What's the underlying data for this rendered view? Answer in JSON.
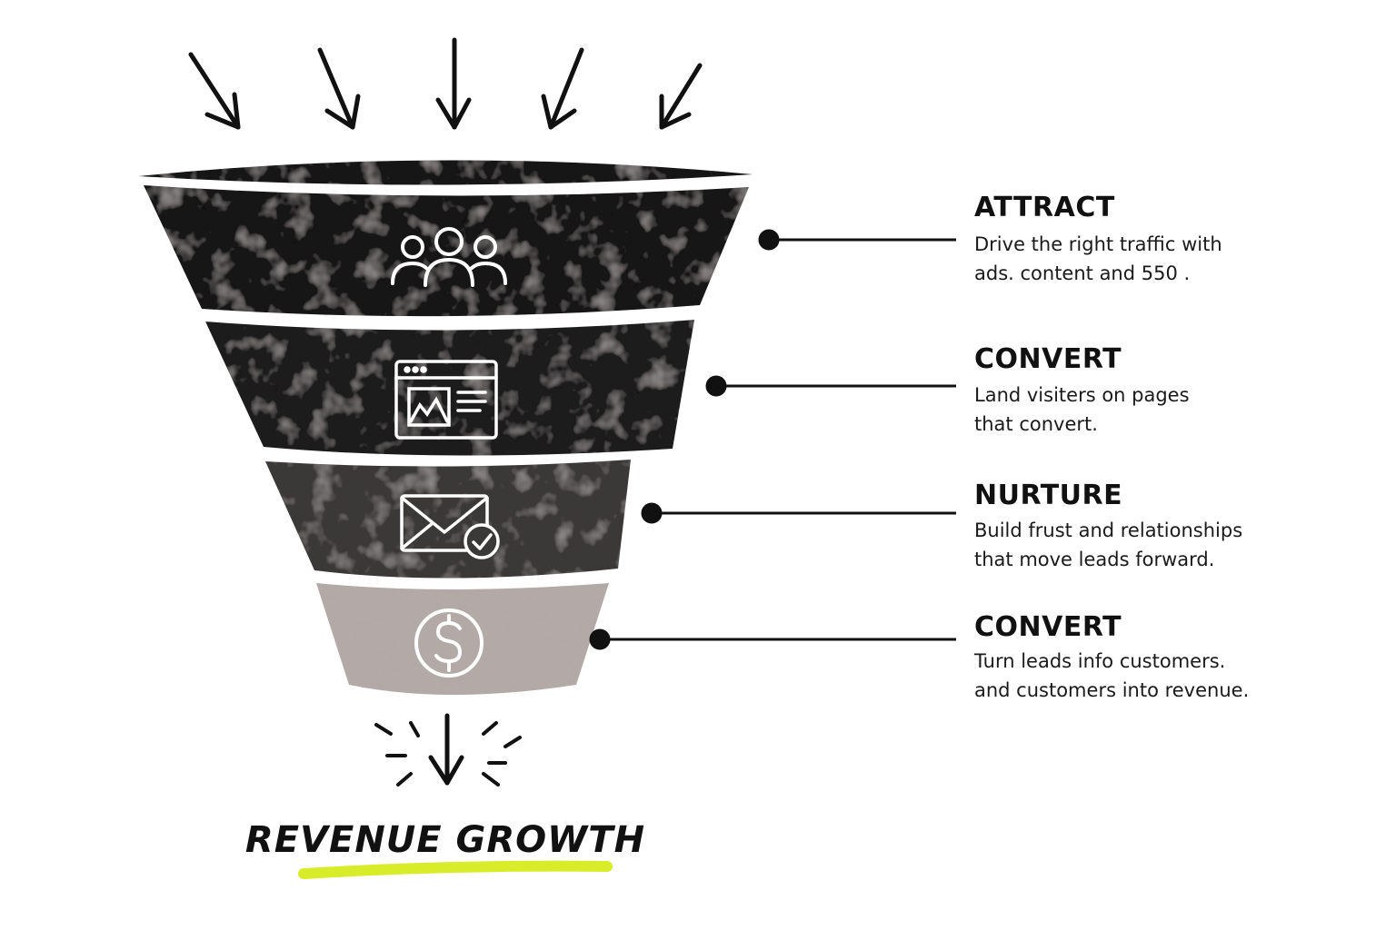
{
  "colors": {
    "background": "#ffffff",
    "layer_attract": "#141414",
    "layer_convert": "#1c1a1a",
    "layer_nurture": "#3b3838",
    "layer_revenue": "#b3a9a6",
    "ink": "#111111",
    "highlight": "#d9ec2a"
  },
  "stages": [
    {
      "heading": "ATTRACT",
      "description_lines": [
        "Drive the right traffic with",
        "ads. content  and 550 ."
      ],
      "icon": "people-group-icon"
    },
    {
      "heading": "CONVERT",
      "description_lines": [
        "Land visiters on pages",
        "that convert."
      ],
      "icon": "landing-page-icon"
    },
    {
      "heading": "NURTURE",
      "description_lines": [
        "Build frust and relationships",
        "that move leads forward."
      ],
      "icon": "email-check-icon"
    },
    {
      "heading": "CONVERT",
      "description_lines": [
        "Turn leads info customers.",
        "and customers into revenue."
      ],
      "icon": "dollar-coin-icon"
    }
  ],
  "outcome": {
    "label": "REVENUE GROWTH"
  }
}
